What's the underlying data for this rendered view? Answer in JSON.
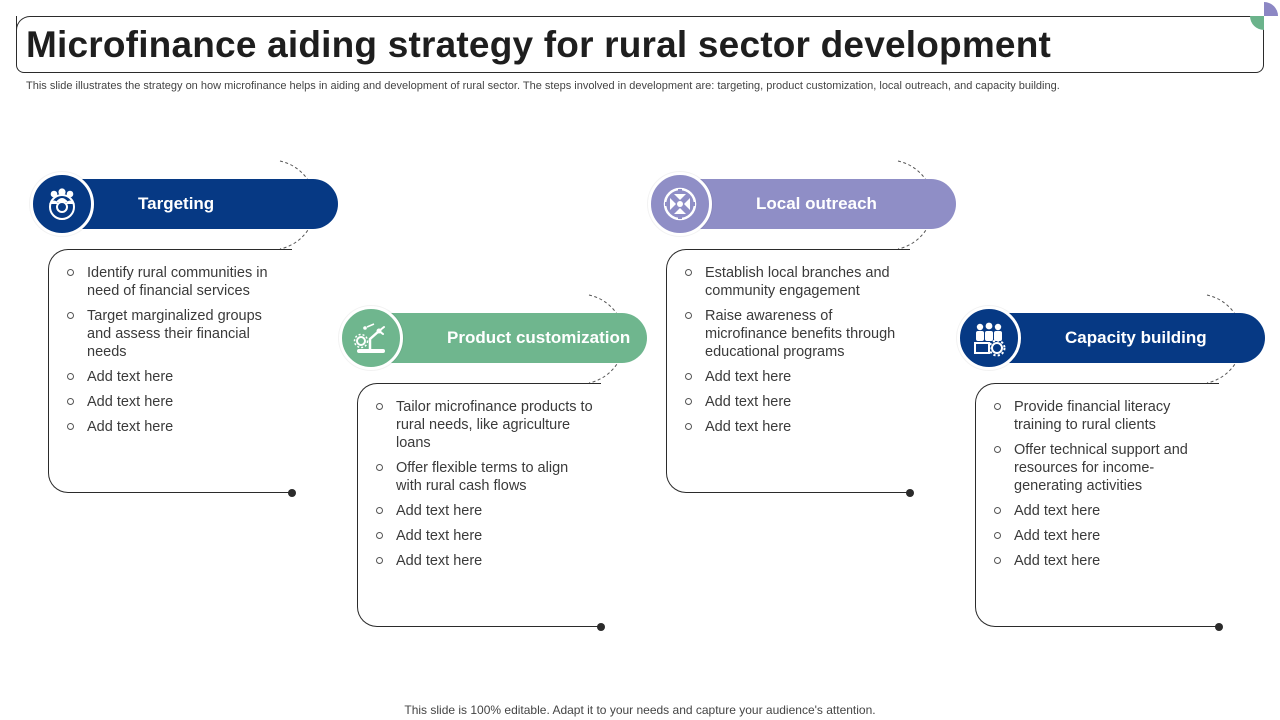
{
  "header": {
    "title": "Microfinance aiding strategy for rural sector development",
    "subtitle": "This slide illustrates the strategy on how microfinance helps in aiding and development of rural sector. The steps involved in development are: targeting, product customization, local outreach, and capacity building."
  },
  "footer": {
    "text": "This slide is 100% editable. Adapt it to your needs and capture your audience's attention."
  },
  "colors": {
    "navy": "#063984",
    "green": "#6fb68e",
    "lavender": "#8f8ec6",
    "deco_green": "#6bb38b",
    "deco_purple": "#8c87c4"
  },
  "steps": [
    {
      "title": "Targeting",
      "color": "#063984",
      "icon": "people-target-icon",
      "items": [
        "Identify rural communities in need of financial services",
        "Target marginalized groups and assess their financial needs",
        "Add text here",
        "Add text here",
        "Add text here"
      ]
    },
    {
      "title": "Product customization",
      "color": "#6fb68e",
      "icon": "gear-robot-arm-icon",
      "items": [
        "Tailor microfinance products to rural needs, like agriculture loans",
        "Offer flexible terms to align with rural cash flows",
        "Add text here",
        "Add text here",
        "Add text here"
      ]
    },
    {
      "title": "Local outreach",
      "color": "#8f8ec6",
      "icon": "hands-network-icon",
      "items": [
        "Establish local branches and community engagement",
        "Raise awareness of microfinance benefits through educational programs",
        "Add text here",
        "Add text here",
        "Add text here"
      ]
    },
    {
      "title": "Capacity building",
      "color": "#063984",
      "icon": "team-gear-icon",
      "items": [
        "Provide financial literacy training to rural clients",
        "Offer technical support and resources for income-generating activities",
        "Add text here",
        "Add text here",
        "Add text here"
      ]
    }
  ]
}
